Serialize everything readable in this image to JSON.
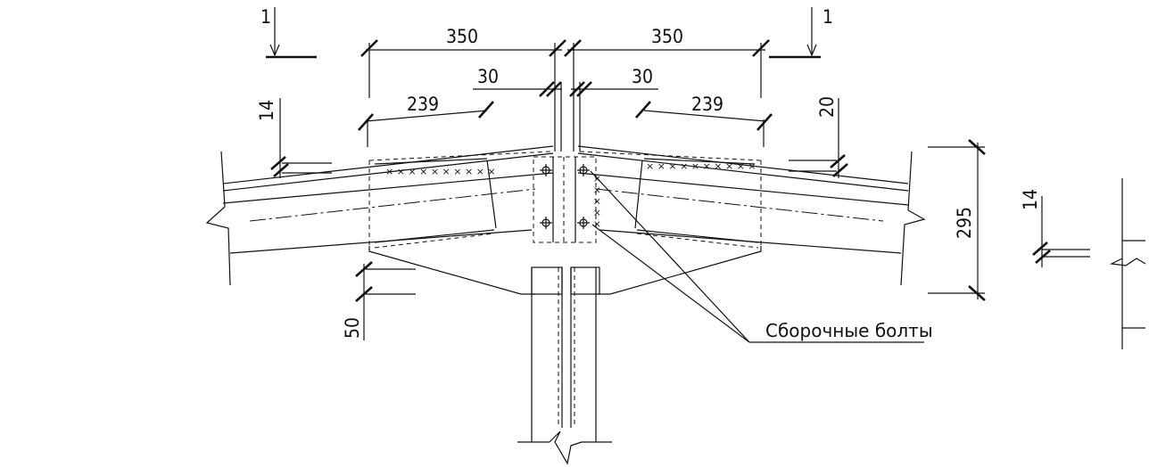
{
  "section_marks": {
    "left": "1",
    "right": "1"
  },
  "dimensions": {
    "top_left": "350",
    "top_right": "350",
    "gap_left": "30",
    "gap_right": "30",
    "plate_left": "239",
    "plate_right": "239",
    "offset_left": "14",
    "offset_right": "20",
    "height_right": "295",
    "bottom_left": "50",
    "far_right": "14"
  },
  "callout": {
    "label": "Сборочные болты"
  }
}
